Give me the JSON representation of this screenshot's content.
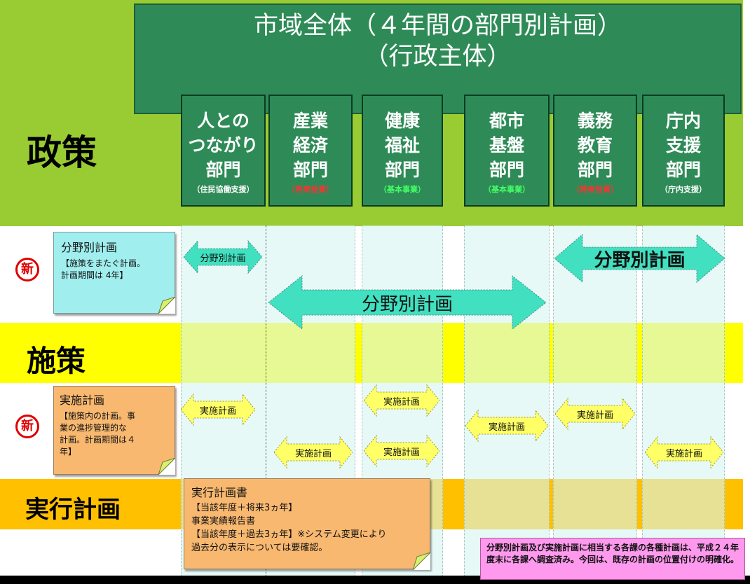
{
  "header": {
    "line1": "市域全体（４年間の部門別計画）",
    "line2": "（行政主体）"
  },
  "bands": {
    "policy": "政策",
    "measure": "施策",
    "execution": "実行計画"
  },
  "departments": [
    {
      "lines": [
        "人との",
        "つながり",
        "部門"
      ],
      "tag": "（住民協働支援）"
    },
    {
      "lines": [
        "産業",
        "経済",
        "部門"
      ],
      "tag": "（将来投資）"
    },
    {
      "lines": [
        "健康",
        "福祉",
        "部門"
      ],
      "tag": "（基本事業）"
    },
    {
      "lines": [
        "都市",
        "基盤",
        "部門"
      ],
      "tag": "（基本事業）"
    },
    {
      "lines": [
        "義務",
        "教育",
        "部門"
      ],
      "tag": "（将来投資）"
    },
    {
      "lines": [
        "庁内",
        "支援",
        "部門"
      ],
      "tag": "（庁内支援）"
    }
  ],
  "colors": {
    "policy_band": "#99cc33",
    "measure_band": "#ffff00",
    "execution_band": "#ffc000",
    "dept_box": "#2e8b57",
    "arrow_cyan": "#40e0c0",
    "arrow_yellow": "#ffff66",
    "note_cyan": "#a0eeee",
    "note_orange": "#f8b870",
    "note_pink": "#ff99ee",
    "badge_red": "#e00000",
    "tag_red": "#ff3030",
    "tag_green": "#44ff66"
  },
  "badges": {
    "new": "新"
  },
  "notes": {
    "field_plan": {
      "title": "分野別計画",
      "body": "【施策をまたぐ計画。\n計画期間は 4年】"
    },
    "implementation_plan": {
      "title": "実施計画",
      "body": "【施策内の計画。事\n業の進捗管理的な\n計画。計画期間は４\n年】"
    },
    "execution_plan": {
      "title": "実行計画書",
      "body": "【当該年度＋将来3ヵ年】\n事業実績報告書\n【当該年度＋過去3ヵ年】※システム変更により\n過去分の表示については要確認。"
    },
    "pink": "分野別計画及び実施計画に相当する各課の各種計画は、平成２４年度末に各課へ調査済み。今回は、既存の計画の位置付けの明確化。"
  },
  "arrows": {
    "field_small": "分野別計画",
    "field_large_center": "分野別計画",
    "field_large_right": "分野別計画",
    "impl": "実施計画"
  }
}
